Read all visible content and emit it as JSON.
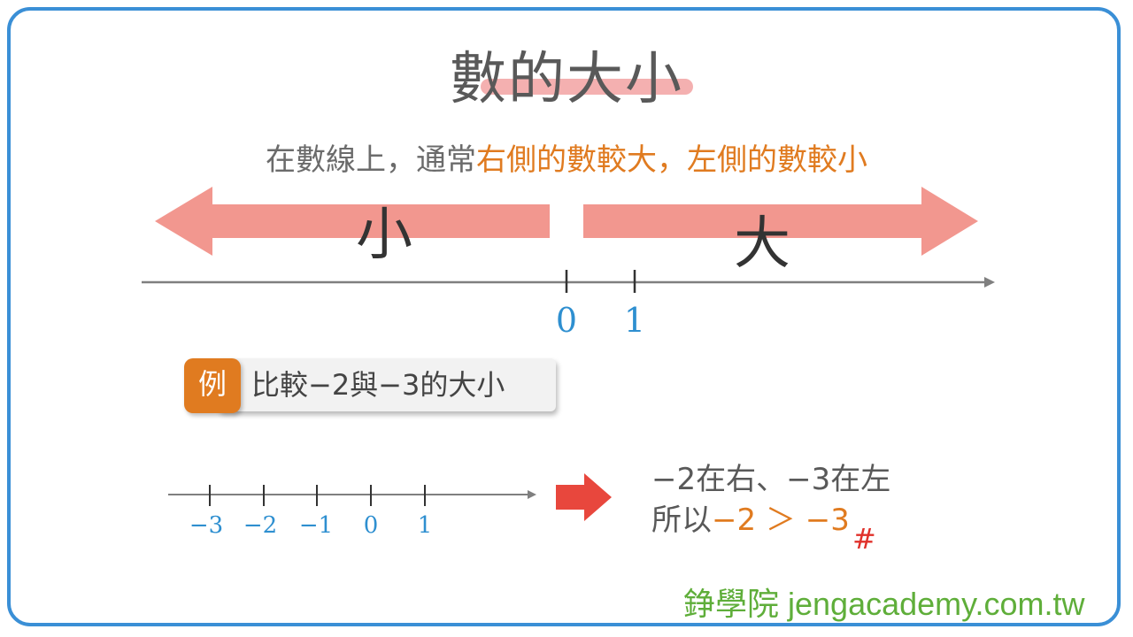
{
  "title": "數的大小",
  "rule": {
    "prefix": "在數線上，通常",
    "highlight": "右側的數較大，左側的數較小"
  },
  "arrows": {
    "left_label": "小",
    "right_label": "大",
    "color": "#f2978f"
  },
  "main_number_line": {
    "labels": [
      "0",
      "1"
    ]
  },
  "example": {
    "badge": "例",
    "question": "比較−2與−3的大小"
  },
  "small_number_line": {
    "labels": [
      "−3",
      "−2",
      "−1",
      "0",
      "1"
    ]
  },
  "conclusion": {
    "line1": "−2在右、−3在左",
    "line2_prefix": "所以",
    "line2_highlight": "−2 ＞ −3",
    "end_mark": "#"
  },
  "footer": "錚學院 jengacademy.com.tw",
  "colors": {
    "border": "#3a8fd6",
    "accent": "#e07b20",
    "number_blue": "#2e8fd0",
    "arrow_red": "#e8473d",
    "footer_green": "#5fae3a"
  }
}
